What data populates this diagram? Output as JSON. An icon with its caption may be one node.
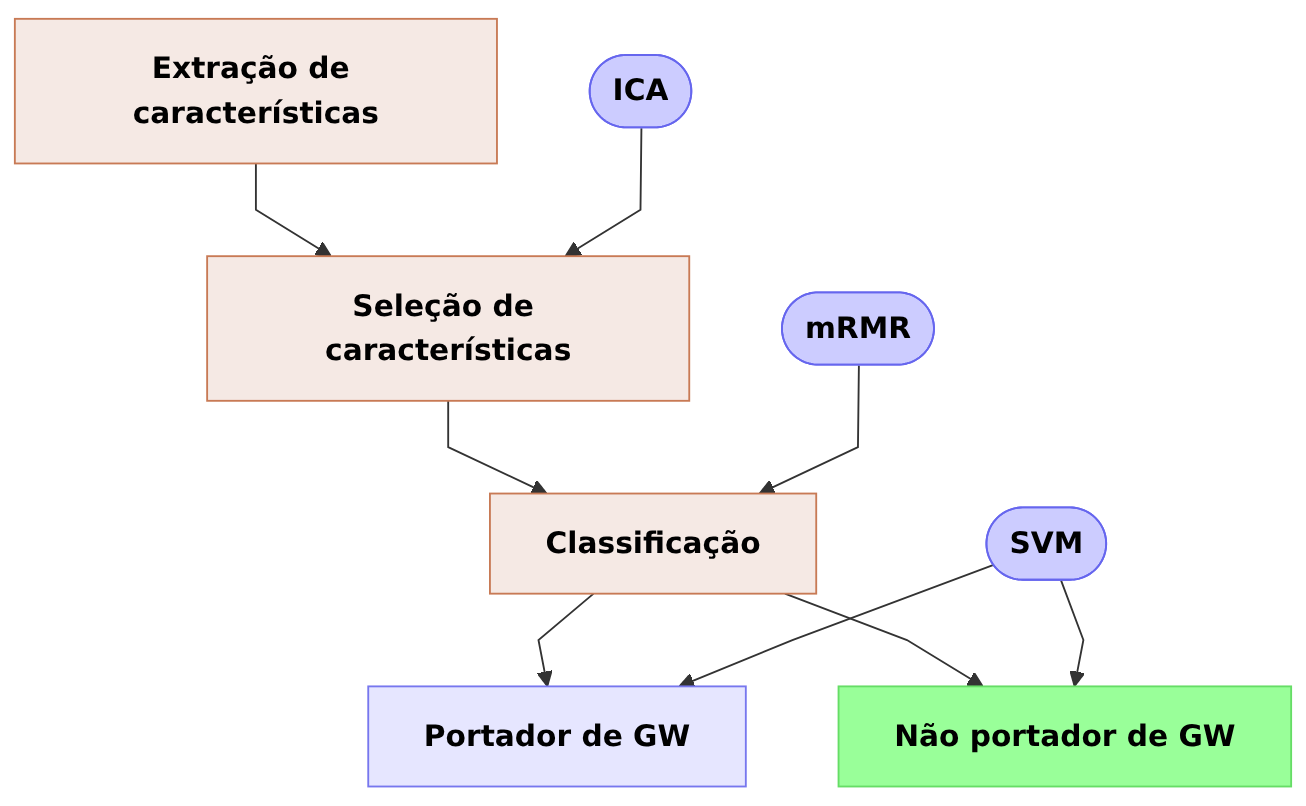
{
  "diagram": {
    "nodes": [
      {
        "text": [
          "Extração de características"
        ]
      },
      {
        "text": [
          "ICA"
        ]
      },
      {
        "text": [
          "Seleção de características"
        ]
      },
      {
        "text": [
          "mRMR"
        ]
      },
      {
        "text": [
          "Classificação"
        ]
      },
      {
        "text": [
          "SVM"
        ]
      },
      {
        "text": [
          "Portador de GW"
        ]
      },
      {
        "text": [
          "Não portador de GW"
        ]
      }
    ],
    "edges": [
      {
        "from": 0,
        "to": 2,
        "arrow": "to"
      },
      {
        "from": 1,
        "to": 2,
        "arrow": "to"
      },
      {
        "from": 2,
        "to": 4,
        "arrow": "to"
      },
      {
        "from": 3,
        "to": 4,
        "arrow": "to"
      },
      {
        "from": 4,
        "to": 6,
        "arrow": "to"
      },
      {
        "from": 4,
        "to": 7,
        "arrow": "to"
      },
      {
        "from": 5,
        "to": 6,
        "arrow": "to"
      },
      {
        "from": 5,
        "to": 7,
        "arrow": "to"
      }
    ]
  }
}
